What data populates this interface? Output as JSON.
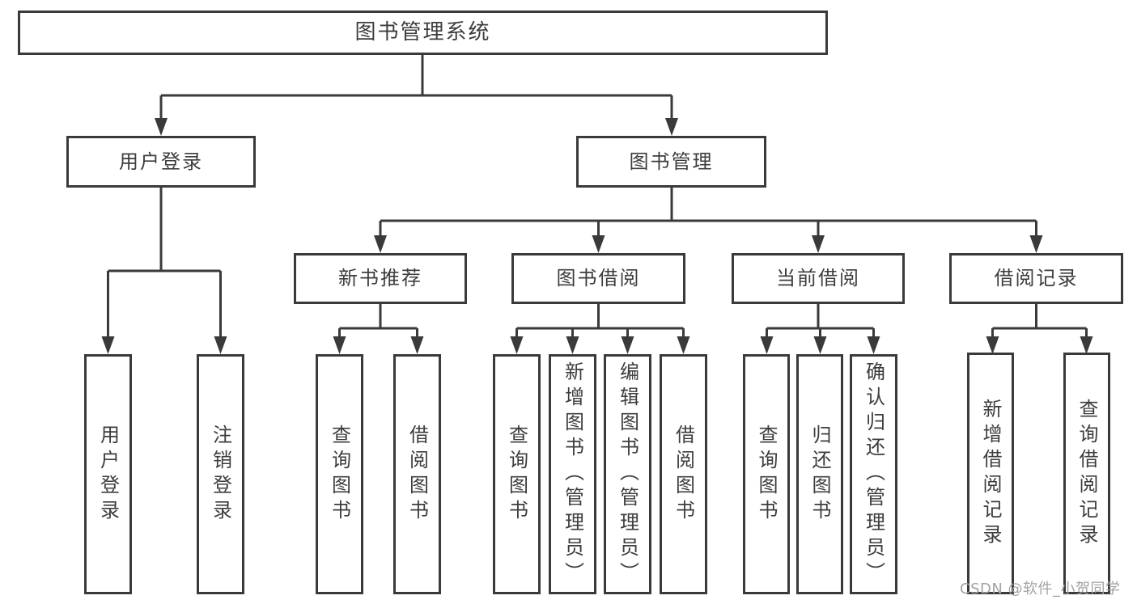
{
  "diagram_type": "hierarchy-tree",
  "colors": {
    "line": "#3a3a3a",
    "box_border": "#3a3a3a",
    "box_fill": "#ffffff",
    "text": "#3d3d3d",
    "background": "#ffffff",
    "watermark": "#a3a3a3"
  },
  "tree": {
    "label": "图书管理系统",
    "children": [
      {
        "label": "用户登录",
        "children": [
          {
            "label": "用户登录"
          },
          {
            "label": "注销登录"
          }
        ]
      },
      {
        "label": "图书管理",
        "children": [
          {
            "label": "新书推荐",
            "children": [
              {
                "label": "查询图书"
              },
              {
                "label": "借阅图书"
              }
            ]
          },
          {
            "label": "图书借阅",
            "children": [
              {
                "label": "查询图书"
              },
              {
                "label": "新增图书（管理员）"
              },
              {
                "label": "编辑图书（管理员）"
              },
              {
                "label": "借阅图书"
              }
            ]
          },
          {
            "label": "当前借阅",
            "children": [
              {
                "label": "查询图书"
              },
              {
                "label": "归还图书"
              },
              {
                "label": "确认归还（管理员）"
              }
            ]
          },
          {
            "label": "借阅记录",
            "children": [
              {
                "label": "新增借阅记录"
              },
              {
                "label": "查询借阅记录"
              }
            ]
          }
        ]
      }
    ]
  },
  "watermark": "CSDN @软件_小贺同学"
}
